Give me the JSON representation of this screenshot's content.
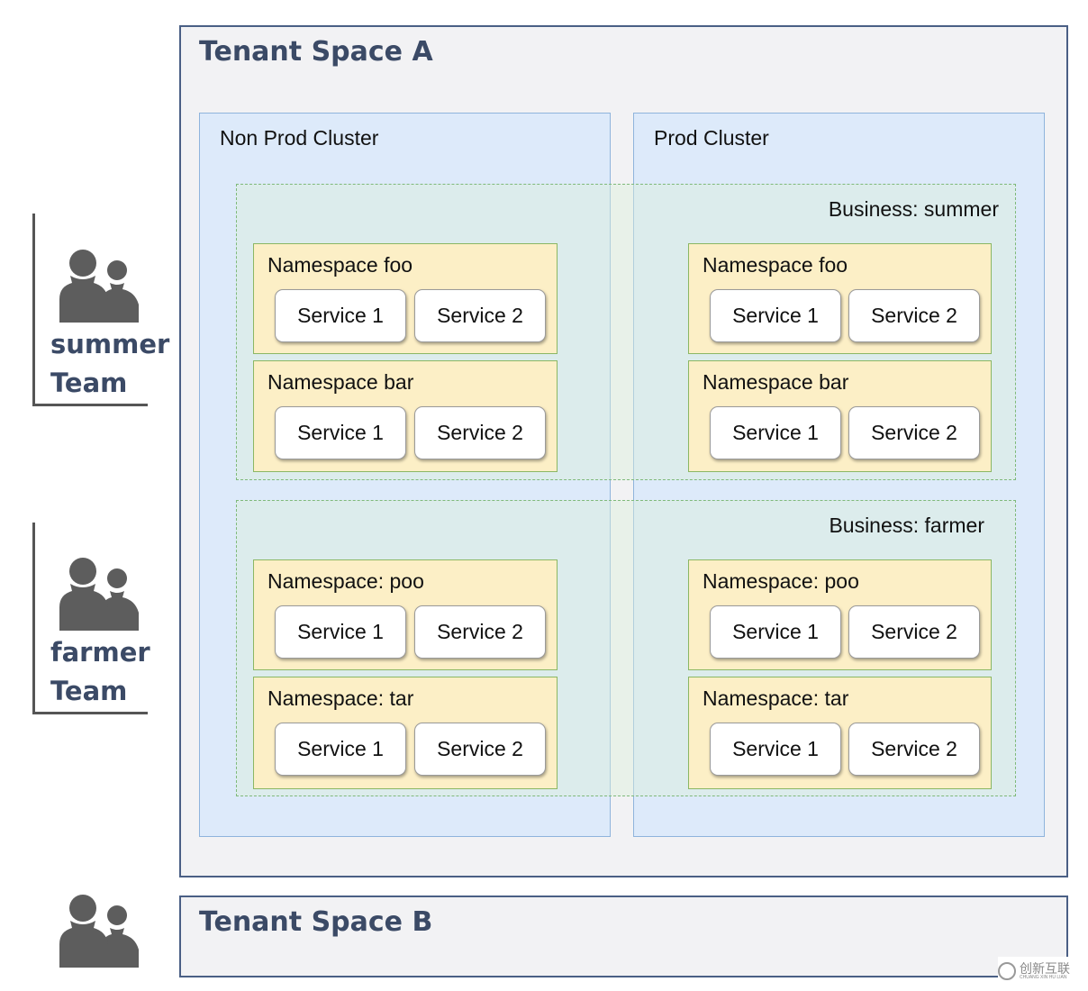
{
  "tenant_a": {
    "title": "Tenant Space A",
    "non_prod_cluster": {
      "title": "Non Prod Cluster",
      "namespaces": [
        {
          "title": "Namespace foo",
          "services": [
            "Service 1",
            "Service 2"
          ]
        },
        {
          "title": "Namespace bar",
          "services": [
            "Service 1",
            "Service 2"
          ]
        },
        {
          "title": "Namespace: poo",
          "services": [
            "Service 1",
            "Service 2"
          ]
        },
        {
          "title": "Namespace: tar",
          "services": [
            "Service 1",
            "Service 2"
          ]
        }
      ]
    },
    "prod_cluster": {
      "title": "Prod Cluster",
      "namespaces": [
        {
          "title": "Namespace foo",
          "services": [
            "Service 1",
            "Service 2"
          ]
        },
        {
          "title": "Namespace bar",
          "services": [
            "Service 1",
            "Service 2"
          ]
        },
        {
          "title": "Namespace: poo",
          "services": [
            "Service 1",
            "Service 2"
          ]
        },
        {
          "title": "Namespace: tar",
          "services": [
            "Service 1",
            "Service 2"
          ]
        }
      ]
    },
    "business_summer": "Business: summer",
    "business_farmer": "Business: farmer"
  },
  "tenant_b": {
    "title": "Tenant Space B"
  },
  "teams": [
    {
      "line1": "summer",
      "line2": "Team",
      "icon": "team-icon"
    },
    {
      "line1": "farmer",
      "line2": "Team",
      "icon": "team-icon"
    },
    {
      "icon": "team-icon"
    }
  ],
  "watermark": {
    "text": "创新互联",
    "subtext": "CHUANG XIN HU LIAN"
  },
  "colors": {
    "tenant_border": "#4a5f85",
    "tenant_bg": "#f2f2f4",
    "cluster_bg": "#ddeafa",
    "namespace_bg": "#fcefc6",
    "business_border": "#7fb97a",
    "team_text": "#3b4a66",
    "icon": "#5d5d5d"
  }
}
